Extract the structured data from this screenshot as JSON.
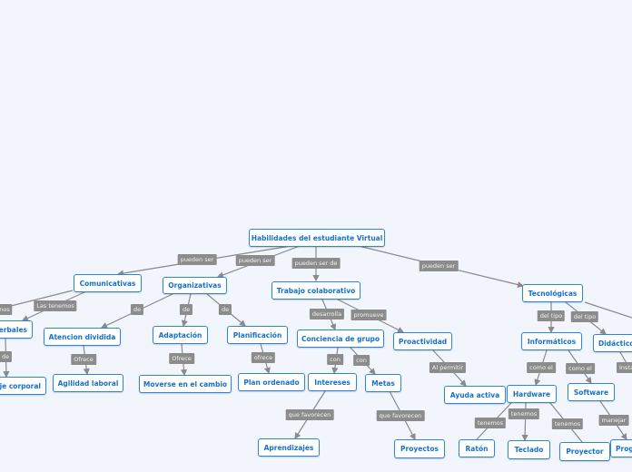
{
  "root": "Habilidades del estudiante Virtual",
  "nodes": {
    "comunicativas": "Comunicativas",
    "organizativas": "Organizativas",
    "trabajo": "Trabajo colaborativo",
    "tecnologicas": "Tecnológicas",
    "verbales": "erbales",
    "atencion": "Atencion dividida",
    "adaptacion": "Adaptación",
    "planificacion": "Planificación",
    "conciencia": "Conciencia de grupo",
    "proactividad": "Proactividad",
    "informaticos": "Informáticos",
    "didacticos": "Didáctico",
    "lenguaje": "je corporal",
    "agilidad": "Agilidad laboral",
    "moverse": "Moverse en el cambio",
    "plan": "Plan ordenado",
    "intereses": "Intereses",
    "metas": "Metas",
    "ayuda": "Ayuda activa",
    "hardware": "Hardware",
    "software": "Software",
    "aprendizajes": "Aprendizajes",
    "proyectos": "Proyectos",
    "raton": "Ratón",
    "teclado": "Teclado",
    "proyector": "Proyector",
    "prog": "Prog"
  },
  "links": {
    "root_com": "pueden ser",
    "root_org": "pueden ser",
    "root_trab": "pueden ser de",
    "root_tec": "pueden ser",
    "com_left": "nos",
    "com_verb": "Las tenemos",
    "org_aten": "de",
    "org_adap": "de",
    "org_plan": "de",
    "verb_leng": "de",
    "aten_agil": "Ofrece",
    "adap_mov": "Ofrece",
    "plan_ord": "ofrece",
    "trab_conc": "desarrolla",
    "trab_proa": "promueve",
    "conc_int": "con",
    "conc_met": "con",
    "proa_ayu": "Al permitir",
    "tec_inf": "del tipo",
    "tec_did": "del tipo",
    "inf_hw": "como el",
    "inf_sw": "como el",
    "did_inst": "Insta",
    "int_apr": "que favorecen",
    "met_pro": "que favorecen",
    "hw_rat": "tenemos",
    "hw_tec": "tenemos",
    "hw_proy": "tenemos",
    "sw_prog": "manejar"
  },
  "colors": {
    "node_border": "#2b86e0",
    "node_text": "#1670cc",
    "link_label_bg": "#8c8c8c",
    "connector": "#8a8a8a",
    "background": "#f3f5fd"
  }
}
